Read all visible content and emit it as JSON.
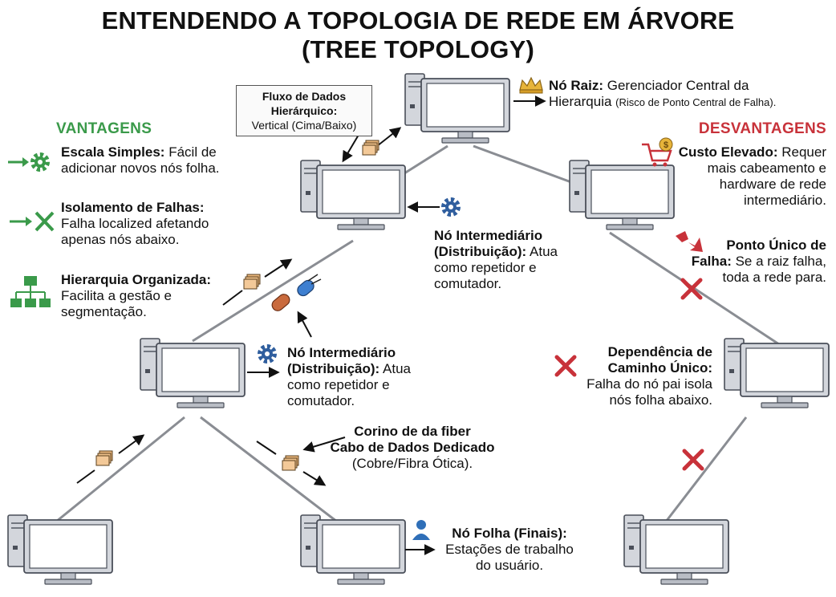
{
  "title": {
    "line1": "ENTENDENDO A TOPOLOGIA DE REDE EM ÁRVORE",
    "line2": "(TREE TOPOLOGY)"
  },
  "flow_box": {
    "title_line1": "Fluxo de Dados",
    "title_line2": "Hierárquico:",
    "desc": "Vertical (Cima/Baixo)"
  },
  "root": {
    "title": "Nó Raiz:",
    "desc_line1": "Gerenciador Central da",
    "desc_line2": "Hierarquia",
    "note": "(Risco de Ponto Central de Falha)."
  },
  "advantages": {
    "heading": "VANTAGENS",
    "color": "#3a9a4a",
    "items": [
      {
        "title": "Escala Simples:",
        "line1": "Fácil de",
        "line2": "adicionar novos nós folha."
      },
      {
        "title": "Isolamento de Falhas:",
        "line1": "Falha localized afetando",
        "line2": "apenas nós abaixo."
      },
      {
        "title": "Hierarquia Organizada:",
        "line1": "Facilita a gestão e",
        "line2": "segmentação."
      }
    ]
  },
  "disadvantages": {
    "heading": "DESVANTAGENS",
    "color": "#c8323a",
    "items": [
      {
        "title": "Custo Elevado:",
        "line1": "Requer",
        "line2": "mais cabeamento e",
        "line3": "hardware de rede",
        "line4": "intermediário."
      },
      {
        "title1": "Ponto Único de",
        "title2": "Falha:",
        "line1": "Se a raiz falha,",
        "line2": "toda a rede para."
      },
      {
        "title1": "Dependência de",
        "title2": "Caminho Único:",
        "line1": "Falha do nó pai isola",
        "line2": "nós folha abaixo."
      }
    ]
  },
  "intermediate_upper": {
    "title1": "Nó Intermediário",
    "title2": "(Distribuição):",
    "line1": "Atua",
    "line2": "como repetidor e",
    "line3": "comutador."
  },
  "intermediate_lower": {
    "title1": "Nó Intermediário",
    "title2": "(Distribuição):",
    "line1": "Atua",
    "line2": "como repetidor e",
    "line3": "comutador."
  },
  "cable": {
    "title1": "Corino de da fiber",
    "title2": "Cabo de Dados Dedicado",
    "desc": "(Cobre/Fibra Ótica)."
  },
  "leaf": {
    "title": "Nó Folha (Finais):",
    "line1": "Estações de trabalho",
    "line2": "do usuário."
  },
  "icons": {
    "crown": "crown-icon",
    "gear": "gear-icon",
    "cart": "shopping-cart-dollar-icon",
    "hierarchy": "hierarchy-icon",
    "isolation": "arrow-x-icon",
    "broken": "broken-arrow-icon",
    "error": "red-x-icon",
    "user": "user-icon",
    "packet": "data-packet-icon",
    "cable": "cable-icon"
  }
}
